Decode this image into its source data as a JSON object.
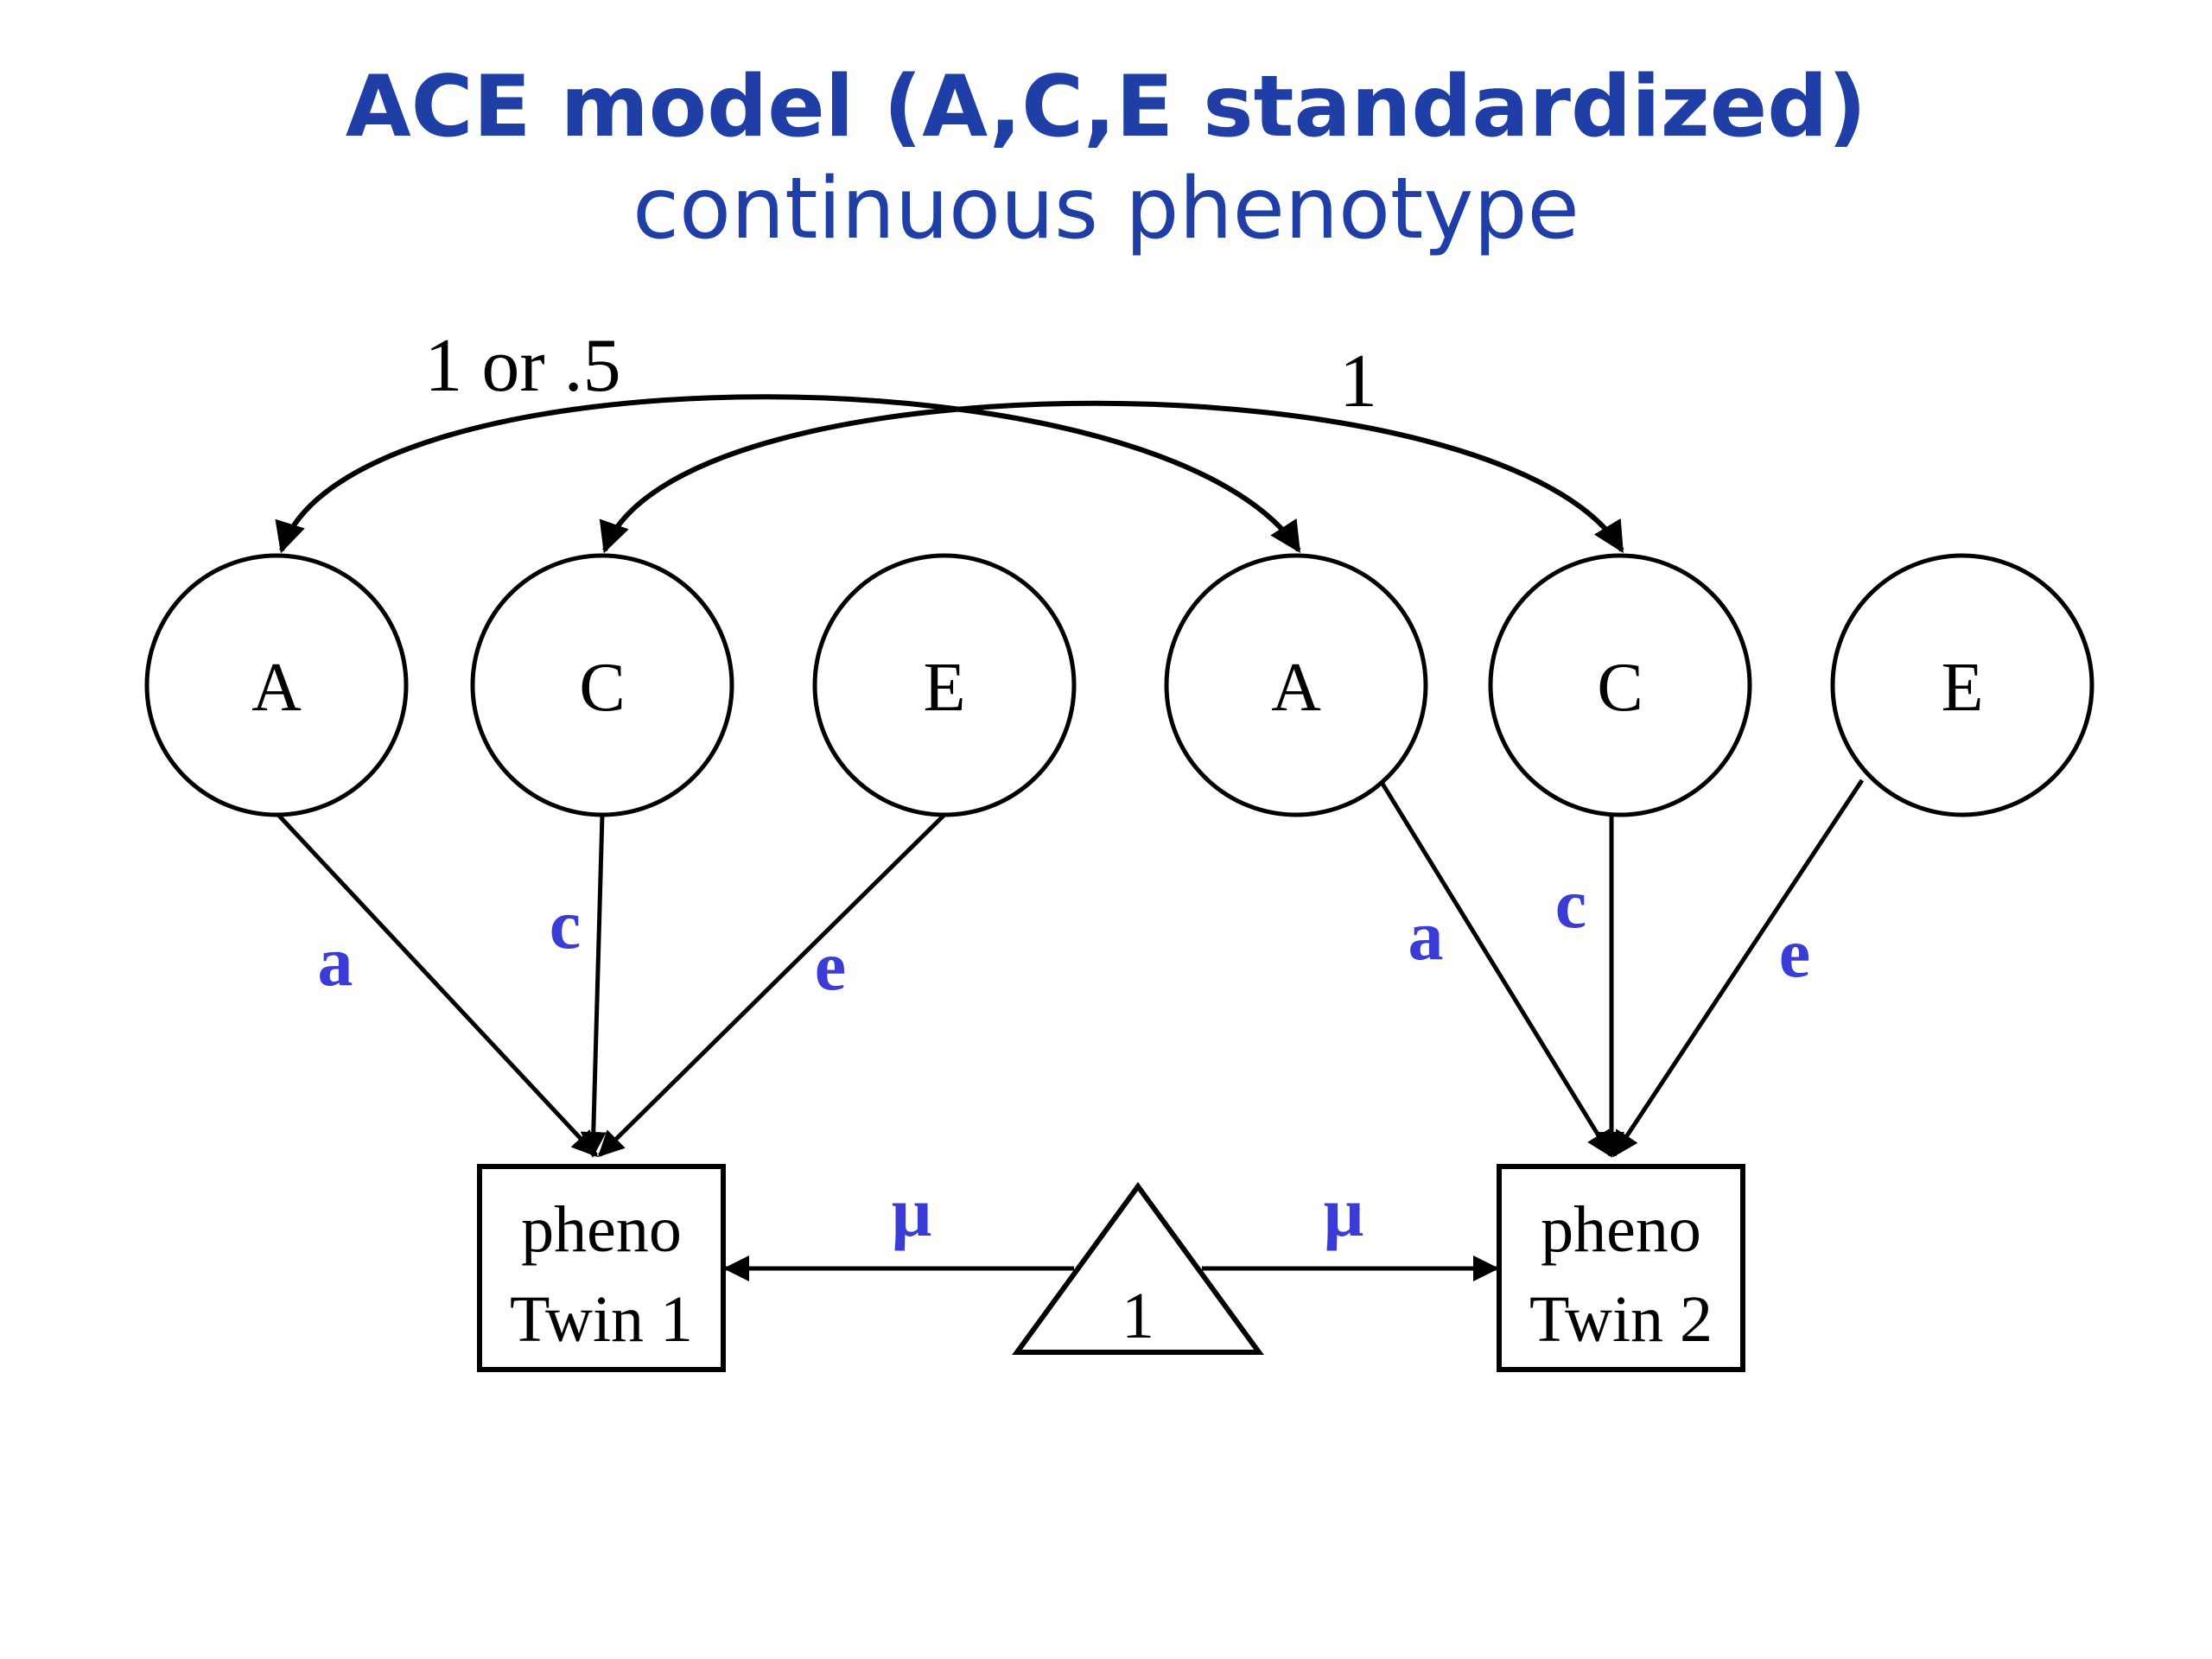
{
  "title": {
    "line1": "ACE model (A,C,E standardized)",
    "line2": "continuous phenotype"
  },
  "correlations": {
    "a_label": "1 or .5",
    "c_label": "1"
  },
  "twin1": {
    "latents": [
      "A",
      "C",
      "E"
    ],
    "paths": [
      "a",
      "c",
      "e"
    ],
    "observed": {
      "line1": "pheno",
      "line2": "Twin 1"
    }
  },
  "twin2": {
    "latents": [
      "A",
      "C",
      "E"
    ],
    "paths": [
      "a",
      "c",
      "e"
    ],
    "observed": {
      "line1": "pheno",
      "line2": "Twin 2"
    }
  },
  "mean": {
    "constant": "1",
    "left_label": "μ",
    "right_label": "μ"
  },
  "colors": {
    "title": "#1f3fa6",
    "path_label": "#3b3bd6",
    "stroke": "#000000"
  }
}
